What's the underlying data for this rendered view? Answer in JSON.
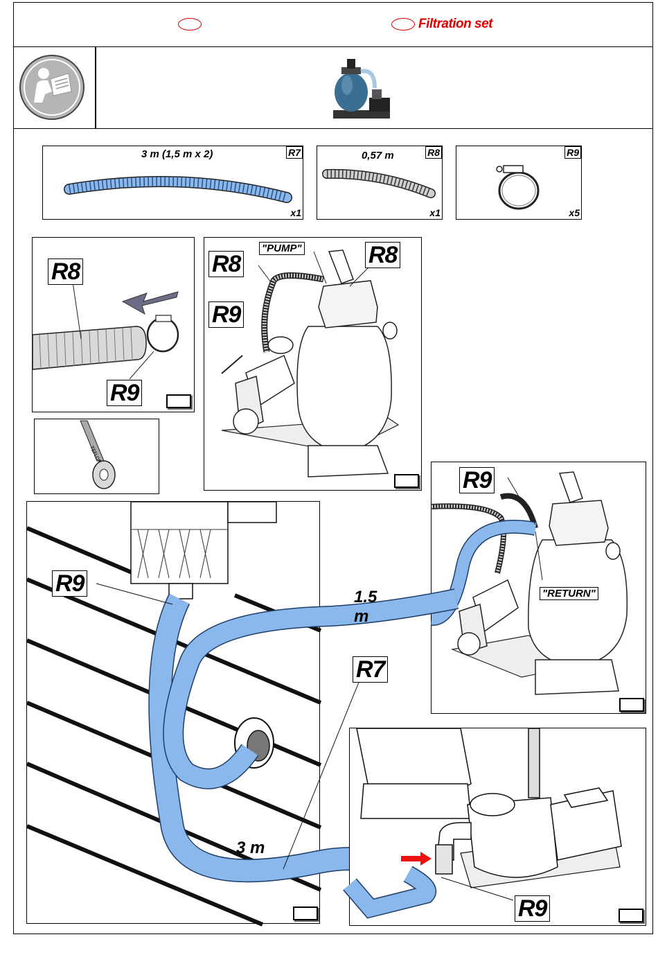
{
  "header": {
    "title": "Filtration set"
  },
  "icons": {
    "manual": "read-manual-icon",
    "product": "sand-filter-pump-icon"
  },
  "colors": {
    "accent": "#e00000",
    "hose": "#8ab8ec",
    "arrow_grey": "#6c6c86",
    "arrow_red": "#ee1111"
  },
  "parts": [
    {
      "ref": "R7",
      "length": "3 m (1,5 m x 2)",
      "qty": "x1"
    },
    {
      "ref": "R8",
      "length": "0,57 m",
      "qty": "x1"
    },
    {
      "ref": "R9",
      "length": "",
      "qty": "x5"
    }
  ],
  "step1": {
    "hose_ref": "R8",
    "clamp_ref": "R9"
  },
  "step2": {
    "label_pump": "\"PUMP\"",
    "hose_ref_left": "R8",
    "hose_ref_right": "R8",
    "clamp_ref": "R9"
  },
  "step3": {
    "label_return": "\"RETURN\"",
    "clamp_ref": "R9"
  },
  "step4": {
    "clamp_ref": "R9",
    "hose_ref": "R7",
    "length_short": "1.5 m",
    "length_long": "3 m"
  },
  "step5": {
    "clamp_ref": "R9"
  },
  "tape": {
    "brand": "TEFLON"
  }
}
